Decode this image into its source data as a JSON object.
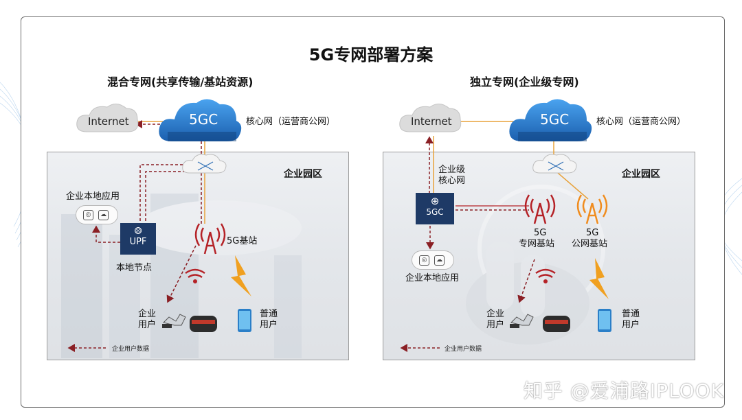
{
  "title": "5G专网部署方案",
  "left": {
    "heading": "混合专网(共享传输/基站资源)",
    "internet_label": "Internet",
    "cloud_label": "5GC",
    "core_label": "核心网（运营商公网）",
    "park_label": "企业园区",
    "local_app_label": "企业本地应用",
    "upf_label": "UPF",
    "local_node_label": "本地节点",
    "bs_label": "5G基站",
    "enterprise_user_label_1": "企业",
    "enterprise_user_label_2": "用户",
    "normal_user_label_1": "普通",
    "normal_user_label_2": "用户",
    "legend_label": "企业用户数据"
  },
  "right": {
    "heading": "独立专网(企业级专网)",
    "internet_label": "Internet",
    "cloud_label": "5GC",
    "core_label": "核心网（运营商公网）",
    "park_label": "企业园区",
    "ent_core_label_1": "企业级",
    "ent_core_label_2": "核心网",
    "ent_core_box_label": "5GC",
    "local_app_label": "企业本地应用",
    "private_bs_label_1": "5G",
    "private_bs_label_2": "专网基站",
    "public_bs_label_1": "5G",
    "public_bs_label_2": "公网基站",
    "enterprise_user_label_1": "企业",
    "enterprise_user_label_2": "用户",
    "normal_user_label_1": "普通",
    "normal_user_label_2": "用户",
    "legend_label": "企业用户数据"
  },
  "watermark": "知乎 @爱浦路IPLOOK",
  "colors": {
    "data_line": "#8a1f24",
    "orange_line": "#e8a23a",
    "tower_red": "#b52227",
    "tower_orange": "#f08c1e",
    "upf_blue": "#1e3a66",
    "cloud_blue": "#2f7fd0"
  }
}
